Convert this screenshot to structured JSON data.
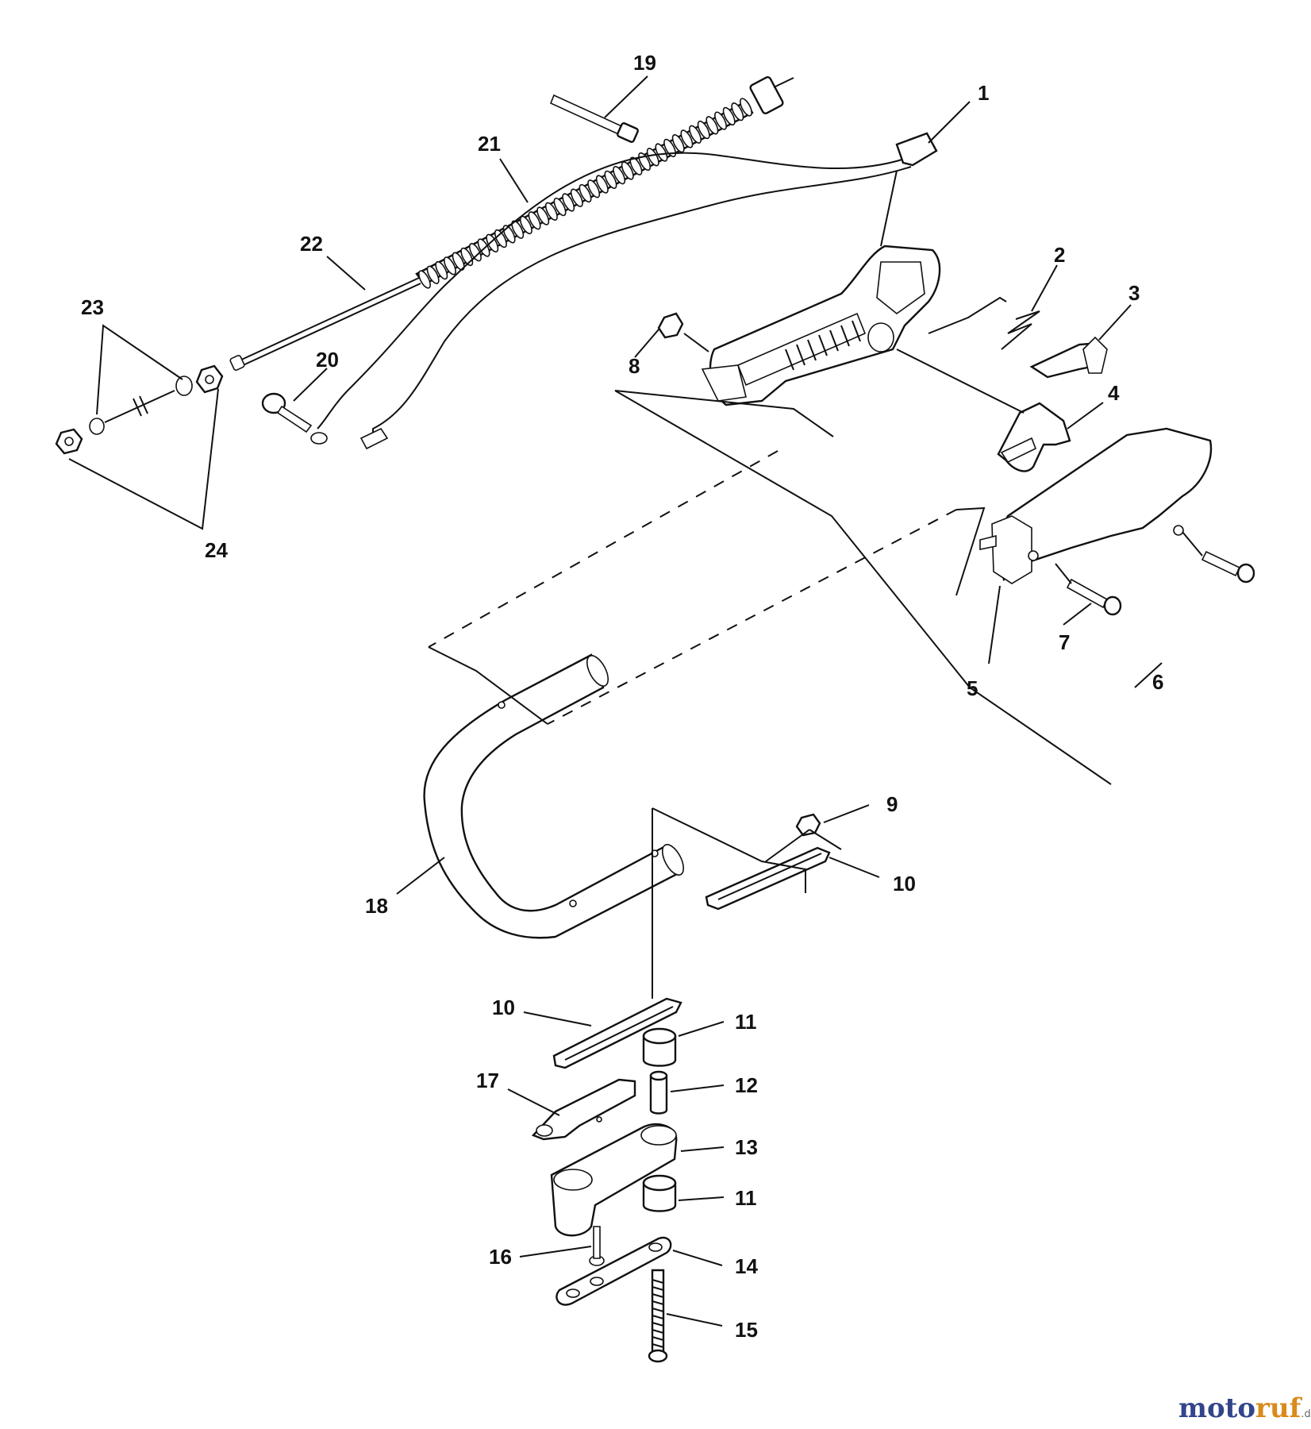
{
  "callouts": {
    "c1": "1",
    "c2": "2",
    "c3": "3",
    "c4": "4",
    "c5": "5",
    "c6": "6",
    "c7": "7",
    "c8": "8",
    "c9": "9",
    "c10a": "10",
    "c10b": "10",
    "c11a": "11",
    "c11b": "11",
    "c12": "12",
    "c13": "13",
    "c14": "14",
    "c15": "15",
    "c16": "16",
    "c17": "17",
    "c18": "18",
    "c19": "19",
    "c20": "20",
    "c21": "21",
    "c22": "22",
    "c23": "23",
    "c24": "24"
  },
  "watermark": {
    "part1": "moto",
    "part2": "ruf",
    "suffix": ".de"
  }
}
